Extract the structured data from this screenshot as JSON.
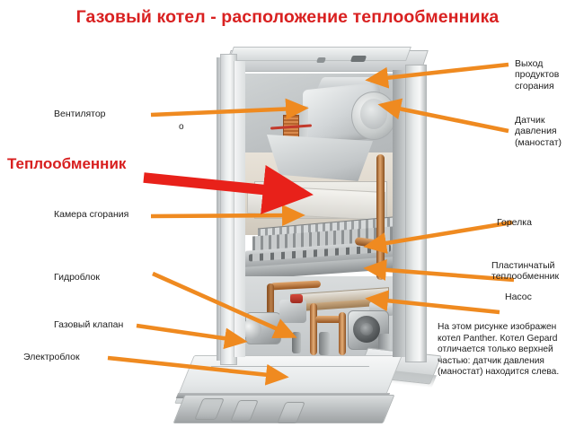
{
  "title": "Газовый котел - расположение теплообменника",
  "accent": {
    "title_red": "#d92121",
    "callout_red": "#d81f1f",
    "arrow_red": "#e8211a",
    "arrow_orange": "#ef8a20",
    "text": "#1d1d1d"
  },
  "highlight": {
    "label": "Теплообменник",
    "arrow": "red-arrow-heat-exchanger"
  },
  "stray_char": "о",
  "labels_left": [
    {
      "id": "ventilyator",
      "text": "Вентилятор"
    },
    {
      "id": "kamera-sgoraniya",
      "text": "Камера сгорания"
    },
    {
      "id": "gidroblok",
      "text": "Гидроблок"
    },
    {
      "id": "gazovyy-klapan",
      "text": "Газовый клапан"
    },
    {
      "id": "elektroblok",
      "text": "Электроблок"
    }
  ],
  "labels_right": [
    {
      "id": "vyhod-produktov-sgoraniya",
      "text": "Выход\nпродуктов\nсгорания"
    },
    {
      "id": "datchik-davleniya",
      "text": "Датчик\nдавления\n(маностат)"
    },
    {
      "id": "gorelka",
      "text": "Горелка"
    },
    {
      "id": "plastinchatyy-teploobmennik",
      "text": "Пластинчатый\nтеплообменник"
    },
    {
      "id": "nasos",
      "text": "Насос"
    }
  ],
  "note": "На этом рисунке изображен\nкотел Panther.  Котел Gepard\nотличается только верхней\nчастью: датчик давления\n(маностат) находится слева.",
  "illustration": {
    "alt": "gas-boiler-cutaway-photo"
  }
}
